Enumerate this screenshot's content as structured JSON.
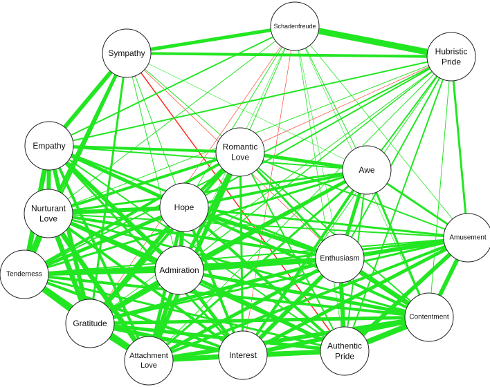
{
  "colors": {
    "positive_edge": "#22e622",
    "negative_edge": "#ff2a1a",
    "node_fill": "#ffffff",
    "node_stroke": "#222222"
  },
  "nodes": [
    {
      "id": "schadenfreude",
      "lines": [
        "Schadenfreude"
      ]
    },
    {
      "id": "sympathy",
      "lines": [
        "Sympathy"
      ]
    },
    {
      "id": "hubristic_pride",
      "lines": [
        "Hubristic",
        "Pride"
      ]
    },
    {
      "id": "empathy",
      "lines": [
        "Empathy"
      ]
    },
    {
      "id": "romantic_love",
      "lines": [
        "Romantic",
        "Love"
      ]
    },
    {
      "id": "awe",
      "lines": [
        "Awe"
      ]
    },
    {
      "id": "nurturant_love",
      "lines": [
        "Nurturant",
        "Love"
      ]
    },
    {
      "id": "hope",
      "lines": [
        "Hope"
      ]
    },
    {
      "id": "amusement",
      "lines": [
        "Amusement"
      ]
    },
    {
      "id": "tenderness",
      "lines": [
        "Tenderness"
      ]
    },
    {
      "id": "admiration",
      "lines": [
        "Admiration"
      ]
    },
    {
      "id": "enthusiasm",
      "lines": [
        "Enthusiasm"
      ]
    },
    {
      "id": "contentment",
      "lines": [
        "Contentment"
      ]
    },
    {
      "id": "gratitude",
      "lines": [
        "Gratitude"
      ]
    },
    {
      "id": "attachment_love",
      "lines": [
        "Attachment",
        "Love"
      ]
    },
    {
      "id": "interest",
      "lines": [
        "Interest"
      ]
    },
    {
      "id": "authentic_pride",
      "lines": [
        "Authentic",
        "Pride"
      ]
    }
  ],
  "edges": [
    {
      "a": "tenderness",
      "b": "gratitude",
      "w": 9,
      "sign": "+"
    },
    {
      "a": "tenderness",
      "b": "nurturant_love",
      "w": 9,
      "sign": "+"
    },
    {
      "a": "nurturant_love",
      "b": "gratitude",
      "w": 7,
      "sign": "+"
    },
    {
      "a": "nurturant_love",
      "b": "empathy",
      "w": 6,
      "sign": "+"
    },
    {
      "a": "empathy",
      "b": "tenderness",
      "w": 7,
      "sign": "+"
    },
    {
      "a": "empathy",
      "b": "gratitude",
      "w": 6,
      "sign": "+"
    },
    {
      "a": "empathy",
      "b": "hope",
      "w": 5,
      "sign": "+"
    },
    {
      "a": "empathy",
      "b": "admiration",
      "w": 6,
      "sign": "+"
    },
    {
      "a": "empathy",
      "b": "romantic_love",
      "w": 4,
      "sign": "+"
    },
    {
      "a": "empathy",
      "b": "attachment_love",
      "w": 4,
      "sign": "+"
    },
    {
      "a": "empathy",
      "b": "enthusiasm",
      "w": 3,
      "sign": "+"
    },
    {
      "a": "empathy",
      "b": "awe",
      "w": 2,
      "sign": "+"
    },
    {
      "a": "empathy",
      "b": "interest",
      "w": 3,
      "sign": "+"
    },
    {
      "a": "empathy",
      "b": "contentment",
      "w": 2,
      "sign": "+"
    },
    {
      "a": "empathy",
      "b": "authentic_pride",
      "w": 2,
      "sign": "+"
    },
    {
      "a": "sympathy",
      "b": "empathy",
      "w": 6,
      "sign": "+"
    },
    {
      "a": "sympathy",
      "b": "nurturant_love",
      "w": 5,
      "sign": "+"
    },
    {
      "a": "sympathy",
      "b": "tenderness",
      "w": 3,
      "sign": "+"
    },
    {
      "a": "sympathy",
      "b": "gratitude",
      "w": 3,
      "sign": "+"
    },
    {
      "a": "sympathy",
      "b": "hope",
      "w": 1,
      "sign": "+"
    },
    {
      "a": "sympathy",
      "b": "admiration",
      "w": 1,
      "sign": "+"
    },
    {
      "a": "sympathy",
      "b": "romantic_love",
      "w": 1,
      "sign": "+"
    },
    {
      "a": "sympathy",
      "b": "awe",
      "w": 0.6,
      "sign": "+"
    },
    {
      "a": "sympathy",
      "b": "authentic_pride",
      "w": 1.5,
      "sign": "-"
    },
    {
      "a": "sympathy",
      "b": "enthusiasm",
      "w": 0.6,
      "sign": "-"
    },
    {
      "a": "sympathy",
      "b": "schadenfreude",
      "w": 5,
      "sign": "+"
    },
    {
      "a": "sympathy",
      "b": "hubristic_pride",
      "w": 4,
      "sign": "+"
    },
    {
      "a": "schadenfreude",
      "b": "hubristic_pride",
      "w": 9,
      "sign": "+"
    },
    {
      "a": "schadenfreude",
      "b": "empathy",
      "w": 2,
      "sign": "+"
    },
    {
      "a": "schadenfreude",
      "b": "nurturant_love",
      "w": 1,
      "sign": "+"
    },
    {
      "a": "schadenfreude",
      "b": "romantic_love",
      "w": 1,
      "sign": "+"
    },
    {
      "a": "schadenfreude",
      "b": "awe",
      "w": 1,
      "sign": "+"
    },
    {
      "a": "schadenfreude",
      "b": "hope",
      "w": 1,
      "sign": "+"
    },
    {
      "a": "schadenfreude",
      "b": "admiration",
      "w": 0.6,
      "sign": "+"
    },
    {
      "a": "schadenfreude",
      "b": "amusement",
      "w": 0.8,
      "sign": "+"
    },
    {
      "a": "schadenfreude",
      "b": "enthusiasm",
      "w": 0.6,
      "sign": "+"
    },
    {
      "a": "schadenfreude",
      "b": "contentment",
      "w": 0.6,
      "sign": "+"
    },
    {
      "a": "schadenfreude",
      "b": "authentic_pride",
      "w": 0.8,
      "sign": "+"
    },
    {
      "a": "schadenfreude",
      "b": "gratitude",
      "w": 0.6,
      "sign": "-"
    },
    {
      "a": "schadenfreude",
      "b": "interest",
      "w": 0.6,
      "sign": "-"
    },
    {
      "a": "hubristic_pride",
      "b": "amusement",
      "w": 3,
      "sign": "+"
    },
    {
      "a": "hubristic_pride",
      "b": "empathy",
      "w": 2,
      "sign": "+"
    },
    {
      "a": "hubristic_pride",
      "b": "awe",
      "w": 2,
      "sign": "+"
    },
    {
      "a": "hubristic_pride",
      "b": "enthusiasm",
      "w": 2,
      "sign": "+"
    },
    {
      "a": "hubristic_pride",
      "b": "hope",
      "w": 2,
      "sign": "+"
    },
    {
      "a": "hubristic_pride",
      "b": "nurturant_love",
      "w": 1,
      "sign": "+"
    },
    {
      "a": "hubristic_pride",
      "b": "tenderness",
      "w": 2,
      "sign": "+"
    },
    {
      "a": "hubristic_pride",
      "b": "admiration",
      "w": 1.5,
      "sign": "+"
    },
    {
      "a": "hubristic_pride",
      "b": "authentic_pride",
      "w": 2,
      "sign": "+"
    },
    {
      "a": "hubristic_pride",
      "b": "contentment",
      "w": 1,
      "sign": "+"
    },
    {
      "a": "hubristic_pride",
      "b": "interest",
      "w": 1,
      "sign": "+"
    },
    {
      "a": "hubristic_pride",
      "b": "attachment_love",
      "w": 1,
      "sign": "+"
    },
    {
      "a": "hubristic_pride",
      "b": "gratitude",
      "w": 1,
      "sign": "+"
    },
    {
      "a": "hubristic_pride",
      "b": "romantic_love",
      "w": 0.6,
      "sign": "-"
    },
    {
      "a": "romantic_love",
      "b": "awe",
      "w": 5,
      "sign": "+"
    },
    {
      "a": "romantic_love",
      "b": "hope",
      "w": 5,
      "sign": "+"
    },
    {
      "a": "romantic_love",
      "b": "nurturant_love",
      "w": 4,
      "sign": "+"
    },
    {
      "a": "romantic_love",
      "b": "admiration",
      "w": 5,
      "sign": "+"
    },
    {
      "a": "romantic_love",
      "b": "attachment_love",
      "w": 6,
      "sign": "+"
    },
    {
      "a": "romantic_love",
      "b": "tenderness",
      "w": 4,
      "sign": "+"
    },
    {
      "a": "romantic_love",
      "b": "gratitude",
      "w": 4,
      "sign": "+"
    },
    {
      "a": "romantic_love",
      "b": "interest",
      "w": 3,
      "sign": "+"
    },
    {
      "a": "romantic_love",
      "b": "enthusiasm",
      "w": 3,
      "sign": "+"
    },
    {
      "a": "romantic_love",
      "b": "contentment",
      "w": 2,
      "sign": "+"
    },
    {
      "a": "romantic_love",
      "b": "amusement",
      "w": 2,
      "sign": "+"
    },
    {
      "a": "romantic_love",
      "b": "authentic_pride",
      "w": 2,
      "sign": "+"
    },
    {
      "a": "awe",
      "b": "enthusiasm",
      "w": 5,
      "sign": "+"
    },
    {
      "a": "awe",
      "b": "hope",
      "w": 4,
      "sign": "+"
    },
    {
      "a": "awe",
      "b": "admiration",
      "w": 5,
      "sign": "+"
    },
    {
      "a": "awe",
      "b": "interest",
      "w": 4,
      "sign": "+"
    },
    {
      "a": "awe",
      "b": "amusement",
      "w": 3,
      "sign": "+"
    },
    {
      "a": "awe",
      "b": "contentment",
      "w": 3,
      "sign": "+"
    },
    {
      "a": "awe",
      "b": "gratitude",
      "w": 3,
      "sign": "+"
    },
    {
      "a": "awe",
      "b": "nurturant_love",
      "w": 3,
      "sign": "+"
    },
    {
      "a": "awe",
      "b": "tenderness",
      "w": 3,
      "sign": "+"
    },
    {
      "a": "awe",
      "b": "attachment_love",
      "w": 3,
      "sign": "+"
    },
    {
      "a": "awe",
      "b": "authentic_pride",
      "w": 2,
      "sign": "+"
    },
    {
      "a": "nurturant_love",
      "b": "hope",
      "w": 6,
      "sign": "+"
    },
    {
      "a": "nurturant_love",
      "b": "admiration",
      "w": 6,
      "sign": "+"
    },
    {
      "a": "nurturant_love",
      "b": "attachment_love",
      "w": 7,
      "sign": "+"
    },
    {
      "a": "nurturant_love",
      "b": "enthusiasm",
      "w": 4,
      "sign": "+"
    },
    {
      "a": "nurturant_love",
      "b": "interest",
      "w": 4,
      "sign": "+"
    },
    {
      "a": "nurturant_love",
      "b": "contentment",
      "w": 3,
      "sign": "+"
    },
    {
      "a": "nurturant_love",
      "b": "authentic_pride",
      "w": 3,
      "sign": "+"
    },
    {
      "a": "nurturant_love",
      "b": "amusement",
      "w": 2,
      "sign": "+"
    },
    {
      "a": "hope",
      "b": "admiration",
      "w": 6,
      "sign": "+"
    },
    {
      "a": "hope",
      "b": "tenderness",
      "w": 5,
      "sign": "+"
    },
    {
      "a": "hope",
      "b": "gratitude",
      "w": 6,
      "sign": "+"
    },
    {
      "a": "hope",
      "b": "enthusiasm",
      "w": 6,
      "sign": "+"
    },
    {
      "a": "hope",
      "b": "attachment_love",
      "w": 5,
      "sign": "+"
    },
    {
      "a": "hope",
      "b": "interest",
      "w": 4,
      "sign": "+"
    },
    {
      "a": "hope",
      "b": "contentment",
      "w": 4,
      "sign": "+"
    },
    {
      "a": "hope",
      "b": "authentic_pride",
      "w": 4,
      "sign": "+"
    },
    {
      "a": "hope",
      "b": "amusement",
      "w": 3,
      "sign": "+"
    },
    {
      "a": "amusement",
      "b": "enthusiasm",
      "w": 6,
      "sign": "+"
    },
    {
      "a": "amusement",
      "b": "contentment",
      "w": 6,
      "sign": "+"
    },
    {
      "a": "amusement",
      "b": "authentic_pride",
      "w": 6,
      "sign": "+"
    },
    {
      "a": "amusement",
      "b": "interest",
      "w": 5,
      "sign": "+"
    },
    {
      "a": "amusement",
      "b": "admiration",
      "w": 3,
      "sign": "+"
    },
    {
      "a": "amusement",
      "b": "gratitude",
      "w": 3,
      "sign": "+"
    },
    {
      "a": "amusement",
      "b": "attachment_love",
      "w": 4,
      "sign": "+"
    },
    {
      "a": "amusement",
      "b": "tenderness",
      "w": 2,
      "sign": "+"
    },
    {
      "a": "tenderness",
      "b": "admiration",
      "w": 6,
      "sign": "+"
    },
    {
      "a": "tenderness",
      "b": "attachment_love",
      "w": 7,
      "sign": "+"
    },
    {
      "a": "tenderness",
      "b": "enthusiasm",
      "w": 5,
      "sign": "+"
    },
    {
      "a": "tenderness",
      "b": "interest",
      "w": 4,
      "sign": "+"
    },
    {
      "a": "tenderness",
      "b": "contentment",
      "w": 4,
      "sign": "+"
    },
    {
      "a": "tenderness",
      "b": "authentic_pride",
      "w": 3,
      "sign": "+"
    },
    {
      "a": "admiration",
      "b": "enthusiasm",
      "w": 7,
      "sign": "+"
    },
    {
      "a": "admiration",
      "b": "gratitude",
      "w": 8,
      "sign": "+"
    },
    {
      "a": "admiration",
      "b": "attachment_love",
      "w": 6,
      "sign": "+"
    },
    {
      "a": "admiration",
      "b": "interest",
      "w": 5,
      "sign": "+"
    },
    {
      "a": "admiration",
      "b": "contentment",
      "w": 5,
      "sign": "+"
    },
    {
      "a": "admiration",
      "b": "authentic_pride",
      "w": 5,
      "sign": "+"
    },
    {
      "a": "enthusiasm",
      "b": "contentment",
      "w": 7,
      "sign": "+"
    },
    {
      "a": "enthusiasm",
      "b": "authentic_pride",
      "w": 6,
      "sign": "+"
    },
    {
      "a": "enthusiasm",
      "b": "interest",
      "w": 6,
      "sign": "+"
    },
    {
      "a": "enthusiasm",
      "b": "gratitude",
      "w": 5,
      "sign": "+"
    },
    {
      "a": "enthusiasm",
      "b": "attachment_love",
      "w": 5,
      "sign": "+"
    },
    {
      "a": "contentment",
      "b": "authentic_pride",
      "w": 8,
      "sign": "+"
    },
    {
      "a": "contentment",
      "b": "interest",
      "w": 6,
      "sign": "+"
    },
    {
      "a": "contentment",
      "b": "gratitude",
      "w": 5,
      "sign": "+"
    },
    {
      "a": "contentment",
      "b": "attachment_love",
      "w": 6,
      "sign": "+"
    },
    {
      "a": "gratitude",
      "b": "attachment_love",
      "w": 9,
      "sign": "+"
    },
    {
      "a": "gratitude",
      "b": "interest",
      "w": 6,
      "sign": "+"
    },
    {
      "a": "gratitude",
      "b": "authentic_pride",
      "w": 5,
      "sign": "+"
    },
    {
      "a": "attachment_love",
      "b": "interest",
      "w": 7,
      "sign": "+"
    },
    {
      "a": "attachment_love",
      "b": "authentic_pride",
      "w": 6,
      "sign": "+"
    },
    {
      "a": "interest",
      "b": "authentic_pride",
      "w": 7,
      "sign": "+"
    }
  ]
}
